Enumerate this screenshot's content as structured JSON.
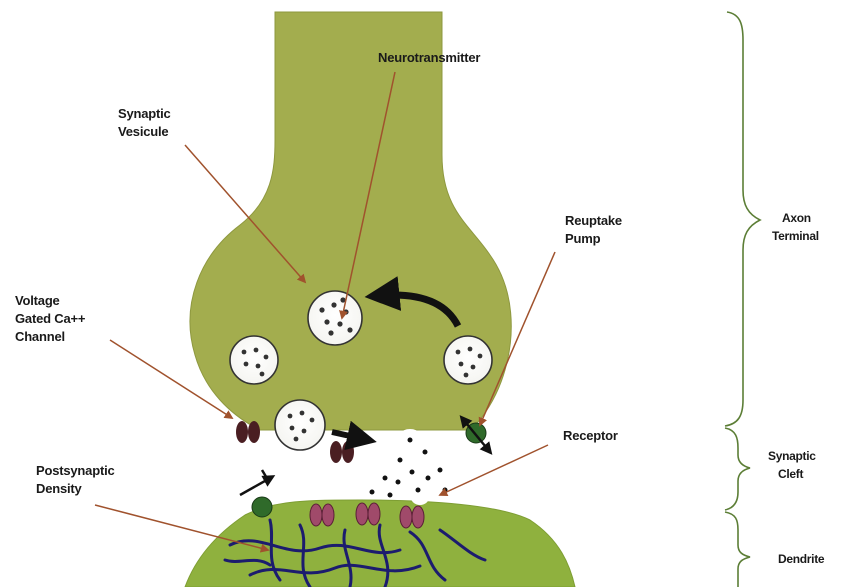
{
  "labels": {
    "neurotransmitter": "Neurotransmitter",
    "synaptic_vesicle_1": "Synaptic",
    "synaptic_vesicle_2": "Vesicule",
    "reuptake_pump_1": "Reuptake",
    "reuptake_pump_2": "Pump",
    "voltage_channel_1": "Voltage",
    "voltage_channel_2": "Gated Ca++",
    "voltage_channel_3": "Channel",
    "receptor": "Receptor",
    "postsynaptic_density_1": "Postsynaptic",
    "postsynaptic_density_2": "Density"
  },
  "regions": {
    "axon_terminal_1": "Axon",
    "axon_terminal_2": "Terminal",
    "synaptic_cleft_1": "Synaptic",
    "synaptic_cleft_2": "Cleft",
    "dendrite": "Dendrite"
  },
  "colors": {
    "neuron_fill": "#a3ad4e",
    "dendrite_fill": "#8fb13e",
    "arrow_line": "#a0522d",
    "channel": "#4a1e22",
    "receptor": "#a04a6a",
    "pump": "#2f6a2a",
    "density": "#1c1c6e"
  }
}
